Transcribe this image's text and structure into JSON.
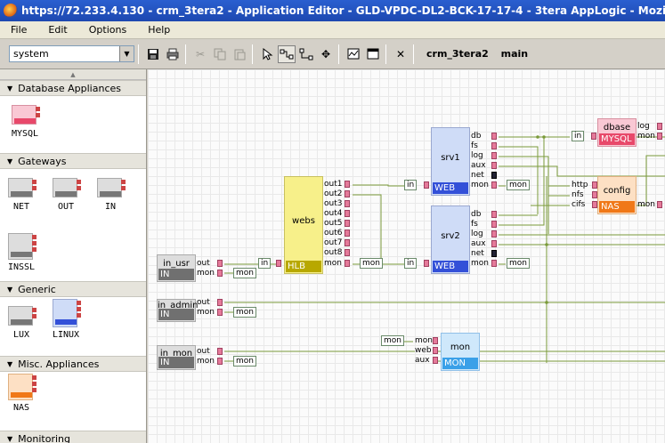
{
  "window": {
    "title": "https://72.233.4.130 - crm_3tera2 - Application Editor - GLD-VPDC-DL2-BCK-17-17-4 - 3tera AppLogic - Mozilla Firefox"
  },
  "menu": {
    "file": "File",
    "edit": "Edit",
    "options": "Options",
    "help": "Help"
  },
  "toolbar": {
    "system_value": "system",
    "app_name": "crm_3tera2",
    "view_name": "main"
  },
  "sidebar": {
    "categories": {
      "database": "Database Appliances",
      "gateways": "Gateways",
      "generic": "Generic",
      "misc": "Misc. Appliances",
      "monitoring": "Monitoring"
    },
    "items": {
      "mysql": "MYSQL",
      "net": "NET",
      "out": "OUT",
      "in": "IN",
      "inssl": "INSSL",
      "lux": "LUX",
      "linux": "LINUX",
      "nas": "NAS"
    }
  },
  "canvas": {
    "in_usr": {
      "name": "in_usr",
      "cls": "IN",
      "p_out": "out",
      "p_mon": "mon",
      "t_mon": "mon"
    },
    "in_admin": {
      "name": "in_admin",
      "cls": "IN",
      "p_out": "out",
      "p_mon": "mon",
      "t_mon": "mon"
    },
    "in_mon": {
      "name": "in_mon",
      "cls": "IN",
      "p_out": "out",
      "p_mon": "mon",
      "t_mon": "mon"
    },
    "webs": {
      "name": "webs",
      "cls": "HLB",
      "p_in": "in",
      "outs": [
        "out1",
        "out2",
        "out3",
        "out4",
        "out5",
        "out6",
        "out7",
        "out8"
      ],
      "p_mon": "mon",
      "t_mon": "mon"
    },
    "srv1": {
      "name": "srv1",
      "cls": "WEB",
      "p_in": "in",
      "ports": [
        "db",
        "fs",
        "log",
        "aux",
        "net",
        "mon"
      ],
      "t_mon": "mon"
    },
    "srv2": {
      "name": "srv2",
      "cls": "WEB",
      "p_in": "in",
      "ports": [
        "db",
        "fs",
        "log",
        "aux",
        "net",
        "mon"
      ],
      "t_mon": "mon"
    },
    "mon": {
      "name": "mon",
      "cls": "MON",
      "ports": [
        "mon",
        "web",
        "aux"
      ],
      "t_mon": "mon"
    },
    "dbase": {
      "name": "dbase",
      "cls": "MYSQL",
      "p_in": "in",
      "p_log": "log",
      "p_mon": "mon"
    },
    "config": {
      "name": "config",
      "cls": "NAS",
      "ports": [
        "http",
        "nfs",
        "cifs"
      ],
      "p_mon": "mon"
    }
  },
  "colors": {
    "titlebar": "#1d48b0",
    "webs": "#f7f08a",
    "hlb": "#b8a800",
    "web_body": "#cfdcf7",
    "web": "#3350d8",
    "in_body": "#dddddd",
    "in": "#707070",
    "mysql": "#e8486a",
    "nas": "#f07818",
    "mon": "#3aa0e8",
    "wire": "#7a9a3a"
  }
}
